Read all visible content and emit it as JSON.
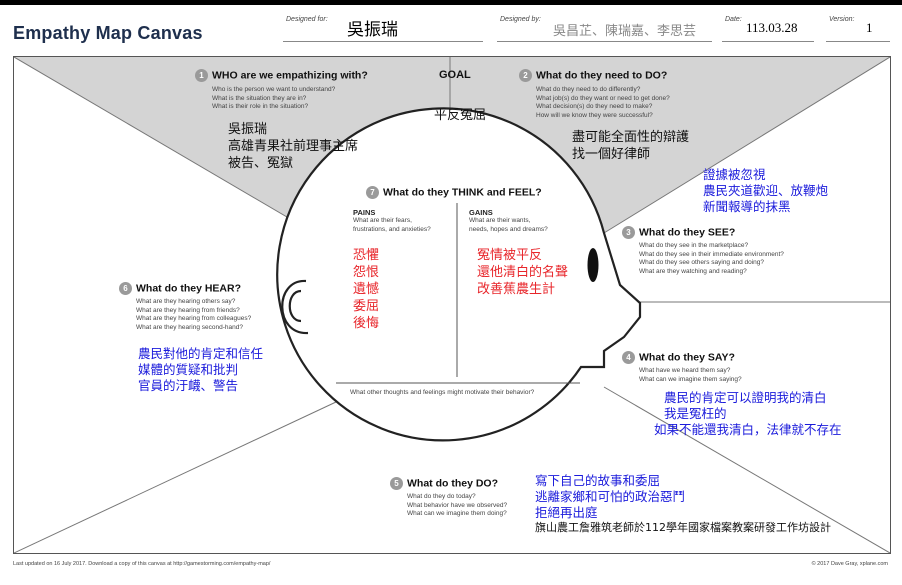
{
  "header": {
    "title": "Empathy Map Canvas",
    "designed_for_label": "Designed for:",
    "designed_for_value": "吳振瑞",
    "designed_by_label": "Designed by:",
    "designed_by_value": "吳昌芷、陳瑞嘉、李思芸",
    "date_label": "Date:",
    "date_value": "113.03.28",
    "version_label": "Version:",
    "version_value": "1"
  },
  "goal": {
    "label": "GOAL",
    "text": "平反冤屈"
  },
  "who": {
    "num": "1",
    "heading": "WHO are we empathizing with?",
    "questions": [
      "Who is the person we want to understand?",
      "What is the situation they are in?",
      "What is their role in the situation?"
    ],
    "answers": [
      "吳振瑞",
      "高雄青果社前理事主席",
      "被告、冤獄"
    ]
  },
  "need": {
    "num": "2",
    "heading": "What do they need to DO?",
    "questions": [
      "What do they need to do differently?",
      "What job(s) do they want or need to get done?",
      "What decision(s) do they need to make?",
      "How will we know they were successful?"
    ],
    "answers": [
      "盡可能全面性的辯護",
      "找一個好律師"
    ]
  },
  "see": {
    "num": "3",
    "heading": "What do they SEE?",
    "questions": [
      "What do they see in the marketplace?",
      "What do they see in their immediate environment?",
      "What do they see others saying and doing?",
      "What are they watching and reading?"
    ],
    "answers": [
      "證據被忽視",
      "農民夾道歡迎、放鞭炮",
      "新聞報導的抹黑"
    ]
  },
  "say": {
    "num": "4",
    "heading": "What do they SAY?",
    "questions": [
      "What have we heard them say?",
      "What can we imagine them saying?"
    ],
    "answers": [
      "農民的肯定可以證明我的清白",
      "我是冤枉的",
      "如果不能還我清白，法律就不存在"
    ]
  },
  "do": {
    "num": "5",
    "heading": "What do they DO?",
    "questions": [
      "What do they do today?",
      "What behavior have we observed?",
      "What can we imagine them doing?"
    ],
    "answers": [
      "寫下自己的故事和委屈",
      "逃離家鄉和可怕的政治惡鬥",
      "拒絕再出庭"
    ]
  },
  "hear": {
    "num": "6",
    "heading": "What do they HEAR?",
    "questions": [
      "What are they hearing others say?",
      "What are they hearing from friends?",
      "What are they hearing from colleagues?",
      "What are they hearing second-hand?"
    ],
    "answers": [
      "農民對他的肯定和信任",
      "媒體的質疑和批判",
      "官員的汙衊、警告"
    ]
  },
  "think": {
    "num": "7",
    "heading": "What do they THINK and FEEL?",
    "pains_label": "PAINS",
    "pains_questions": [
      "What are their fears,",
      "frustrations, and anxieties?"
    ],
    "pains": [
      "恐懼",
      "怨恨",
      "遺憾",
      "委屈",
      "後悔"
    ],
    "gains_label": "GAINS",
    "gains_questions": [
      "What are their wants,",
      "needs, hopes and dreams?"
    ],
    "gains": [
      "冤情被平反",
      "還他清白的名聲",
      "改善蕉農生計"
    ],
    "other": "What other thoughts and feelings might motivate their behavior?"
  },
  "credit": "旗山農工詹雅筑老師於112學年國家檔案教案研發工作坊設計",
  "footer": {
    "left": "Last updated on 16 July 2017. Download a copy of this canvas at http://gamestorming.com/empathy-map/",
    "right": "© 2017 Dave Gray, xplane.com"
  },
  "colors": {
    "title": "#1e2f4d",
    "blue_text": "#1a1adb",
    "red_text": "#e8262b",
    "goal_region": "#d4d4d4"
  }
}
